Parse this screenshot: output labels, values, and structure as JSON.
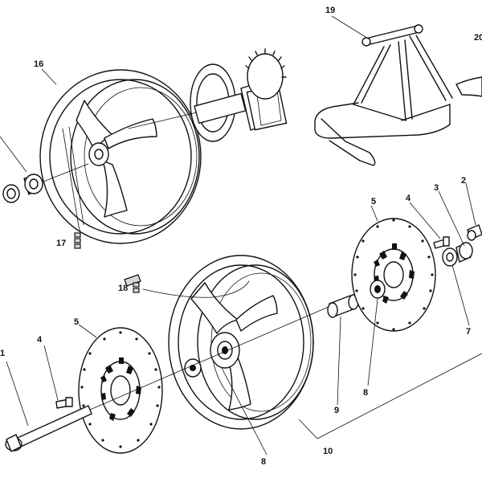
{
  "callouts": {
    "c1": "1",
    "c2": "2",
    "c3": "3",
    "c4a": "4",
    "c4b": "4",
    "c5a": "5",
    "c5b": "5",
    "c7": "7",
    "c8a": "8",
    "c8b": "8",
    "c9": "9",
    "c10": "10",
    "c16": "16",
    "c17": "17",
    "c18": "18",
    "c19": "19",
    "c20": "20"
  }
}
